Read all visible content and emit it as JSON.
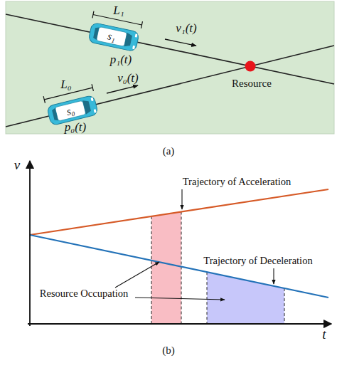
{
  "diagram": {
    "nodes": [
      {
        "text": [
          "s₁"
        ]
      },
      {
        "text": [
          "s₀"
        ]
      }
    ],
    "labels": [
      "L₁",
      "v₁(t)",
      "p₁(t)",
      "L₀",
      "v₀(t)",
      "p₀(t)",
      "Resource",
      "(a)",
      "v",
      "t",
      "Trajectory of Acceleration",
      "Trajectory of Deceleration",
      "Resource Occupation",
      "(b)"
    ]
  }
}
